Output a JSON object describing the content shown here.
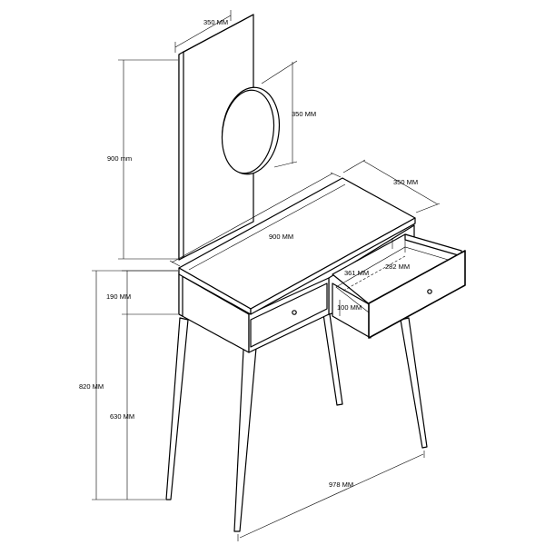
{
  "dimensions": {
    "mirror_width": "350 MM",
    "mirror_height": "900 mm",
    "round_mirror_diameter": "350 MM",
    "table_depth": "350 MM",
    "table_width": "900 MM",
    "drawer_inner_width": "361 MM",
    "drawer_inner_depth": "282 MM",
    "drawer_height": "100 MM",
    "apron_height": "190 MM",
    "total_height": "820 MM",
    "leg_height": "630 MM",
    "leg_span": "978 MM"
  }
}
